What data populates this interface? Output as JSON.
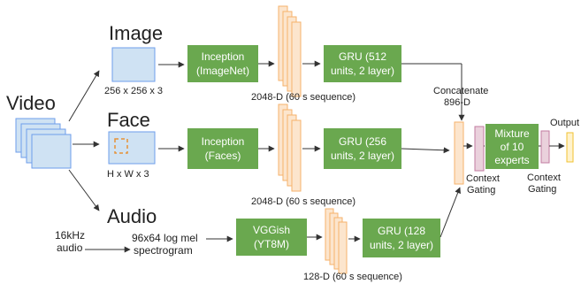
{
  "colors": {
    "green": "#6aa84f",
    "frame_fill": "#cfe2f3",
    "frame_stroke": "#6d9eeb",
    "feature_fill": "#fce5cd",
    "feature_stroke": "#f6b26b",
    "gating_fill": "#ead1dc",
    "gating_stroke": "#c27ba0",
    "output_fill": "#fff2cc",
    "output_stroke": "#f1c232",
    "face_box": "#e69138",
    "arrow": "#333333"
  },
  "inputs": {
    "video": "Video",
    "image_title": "Image",
    "image_dims": "256 x 256 x 3",
    "face_title": "Face",
    "face_dims": "H x W x 3",
    "audio_title": "Audio",
    "audio_rate_1": "16kHz",
    "audio_rate_2": "audio",
    "spectrogram_1": "96x64 log mel",
    "spectrogram_2": "spectrogram"
  },
  "models": {
    "inception_imagenet_1": "Inception",
    "inception_imagenet_2": "(ImageNet)",
    "inception_faces_1": "Inception",
    "inception_faces_2": "(Faces)",
    "vggish_1": "VGGish",
    "vggish_2": "(YT8M)",
    "gru512_1": "GRU (512",
    "gru512_2": "units, 2 layer)",
    "gru256_1": "GRU (256",
    "gru256_2": "units, 2 layer)",
    "gru128_1": "GRU (128",
    "gru128_2": "units, 2 layer)"
  },
  "features": {
    "image_seq": "2048-D (60 s sequence)",
    "face_seq": "2048-D (60 s sequence)",
    "audio_seq": "128-D (60 s sequence)"
  },
  "fusion": {
    "concat_1": "Concatenate",
    "concat_2": "896-D",
    "gating1_1": "Context",
    "gating1_2": "Gating",
    "moe_1": "Mixture",
    "moe_2": "of 10",
    "moe_3": "experts",
    "gating2_1": "Context",
    "gating2_2": "Gating",
    "output": "Output"
  }
}
